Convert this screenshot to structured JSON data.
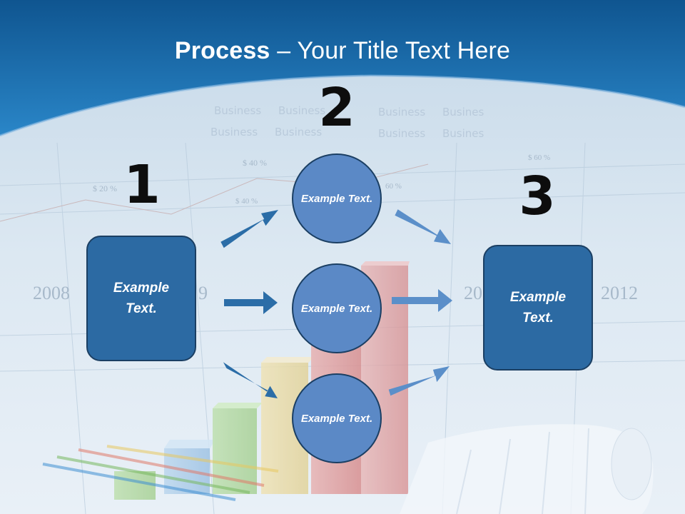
{
  "title": {
    "bold": "Process",
    "rest": " – Your Title Text Here"
  },
  "steps": {
    "one": "1",
    "two": "2",
    "three": "3"
  },
  "boxes": {
    "left": "Example Text.",
    "right": "Example Text."
  },
  "circles": {
    "top": "Example Text.",
    "middle": "Example Text.",
    "bottom": "Example Text."
  },
  "background_text": {
    "year_left": "2008",
    "year_right": "2012",
    "partial_left": "9",
    "partial_right": "20",
    "words": [
      "Business",
      "Business",
      "Business",
      "Business",
      "Business",
      "Busines",
      "Business",
      "Busines"
    ],
    "amounts": [
      "$ 20 %",
      "$ 40 %",
      "$ 40 %",
      "60 %",
      "$ 60 %"
    ]
  },
  "colors": {
    "header_blue": "#1d6fae",
    "box_fill": "#2c6aa3",
    "circle_fill": "#5b89c6",
    "outline": "#1b3f63",
    "arrow_dark": "#2b6da7",
    "arrow_light": "#5b8fc9"
  }
}
